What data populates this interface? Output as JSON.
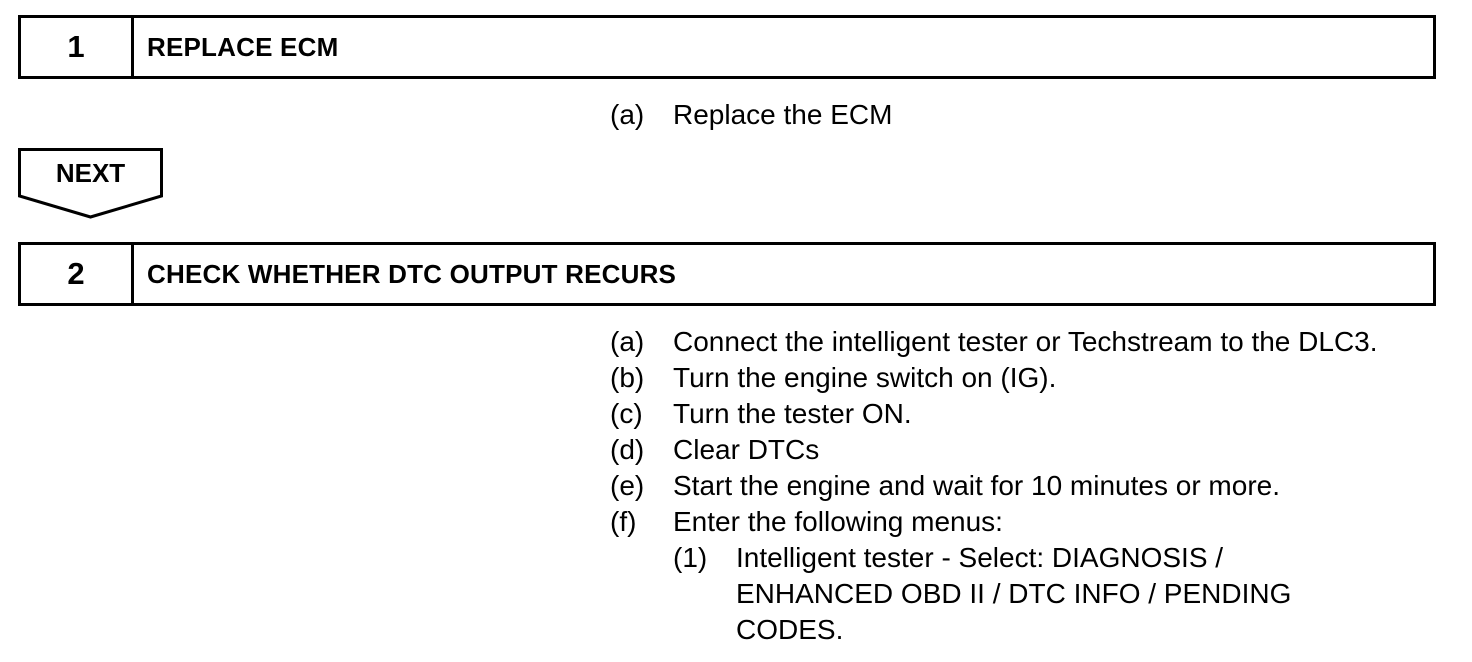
{
  "steps": [
    {
      "number": "1",
      "title": "REPLACE ECM",
      "instructions": [
        {
          "label": "(a)",
          "text": "Replace the ECM"
        }
      ]
    },
    {
      "number": "2",
      "title": "CHECK WHETHER DTC OUTPUT RECURS",
      "instructions": [
        {
          "label": "(a)",
          "text": "Connect the intelligent tester or Techstream to the DLC3."
        },
        {
          "label": "(b)",
          "text": "Turn the engine switch on (IG)."
        },
        {
          "label": "(c)",
          "text": "Turn the tester ON."
        },
        {
          "label": "(d)",
          "text": "Clear DTCs"
        },
        {
          "label": "(e)",
          "text": "Start the engine and wait for 10 minutes or more."
        },
        {
          "label": "(f)",
          "text": "Enter the following menus:"
        }
      ],
      "sub_instructions": [
        {
          "label": "(1)",
          "text": "Intelligent tester - Select: DIAGNOSIS / ENHANCED OBD II / DTC INFO / PENDING CODES."
        }
      ]
    }
  ],
  "next_label": "NEXT"
}
